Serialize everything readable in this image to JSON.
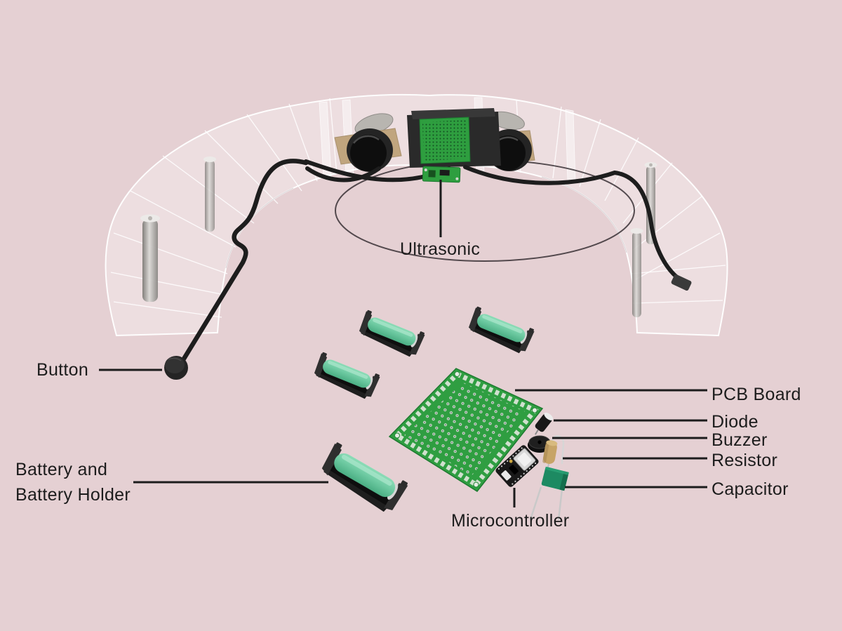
{
  "figure": {
    "title": "Exploded parts diagram of ultrasonic wearable device",
    "background_color": "#e5d0d3",
    "label_text_color": "#1c1c1c",
    "leader_line_color": "#1c1c1c"
  },
  "labels": {
    "ultrasonic": "Ultrasonic",
    "button": "Button",
    "battery_line1": "Battery and",
    "battery_line2": "Battery Holder",
    "pcb_board": "PCB Board",
    "diode": "Diode",
    "buzzer": "Buzzer",
    "resistor": "Resistor",
    "capacitor": "Capacitor",
    "microcontroller": "Microcontroller"
  },
  "palette": {
    "pcb_green": "#2f9e41",
    "perfboard_hole_silver": "#d4ddd2",
    "battery_mint": "#6fcba3",
    "holder_black": "#222222",
    "speaker_mount_tan": "#c0a57e",
    "speaker_cone_black": "#141414",
    "capacitor_green": "#1d8a62",
    "resistor_tan": "#c7a467",
    "cable_black": "#1d1d1d",
    "acrylic_white": "#ffffff",
    "metal_rod_gray": "#9a9894"
  }
}
